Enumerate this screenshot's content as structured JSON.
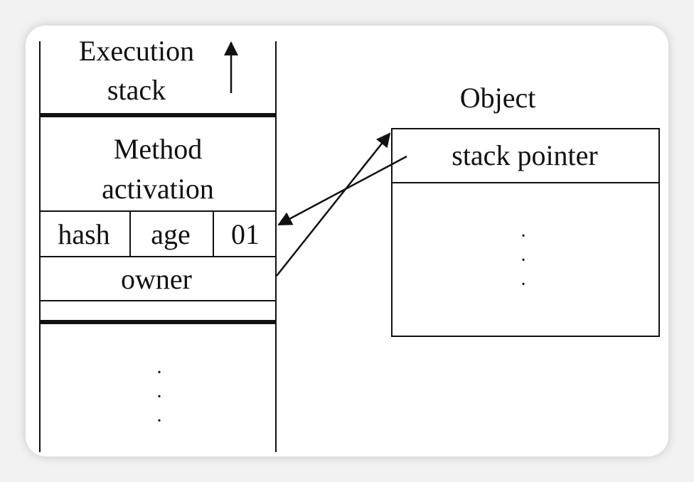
{
  "stack": {
    "title_line1": "Execution",
    "title_line2": "stack",
    "method_line1": "Method",
    "method_line2": "activation",
    "cells": [
      "hash",
      "age",
      "01"
    ],
    "owner": "owner",
    "ellipsis": "·\n·\n·"
  },
  "object": {
    "title": "Object",
    "field": "stack pointer",
    "ellipsis": "·\n·\n·"
  },
  "colors": {
    "line": "#111111",
    "background": "#ffffff",
    "frame": "#f2f2f2"
  }
}
